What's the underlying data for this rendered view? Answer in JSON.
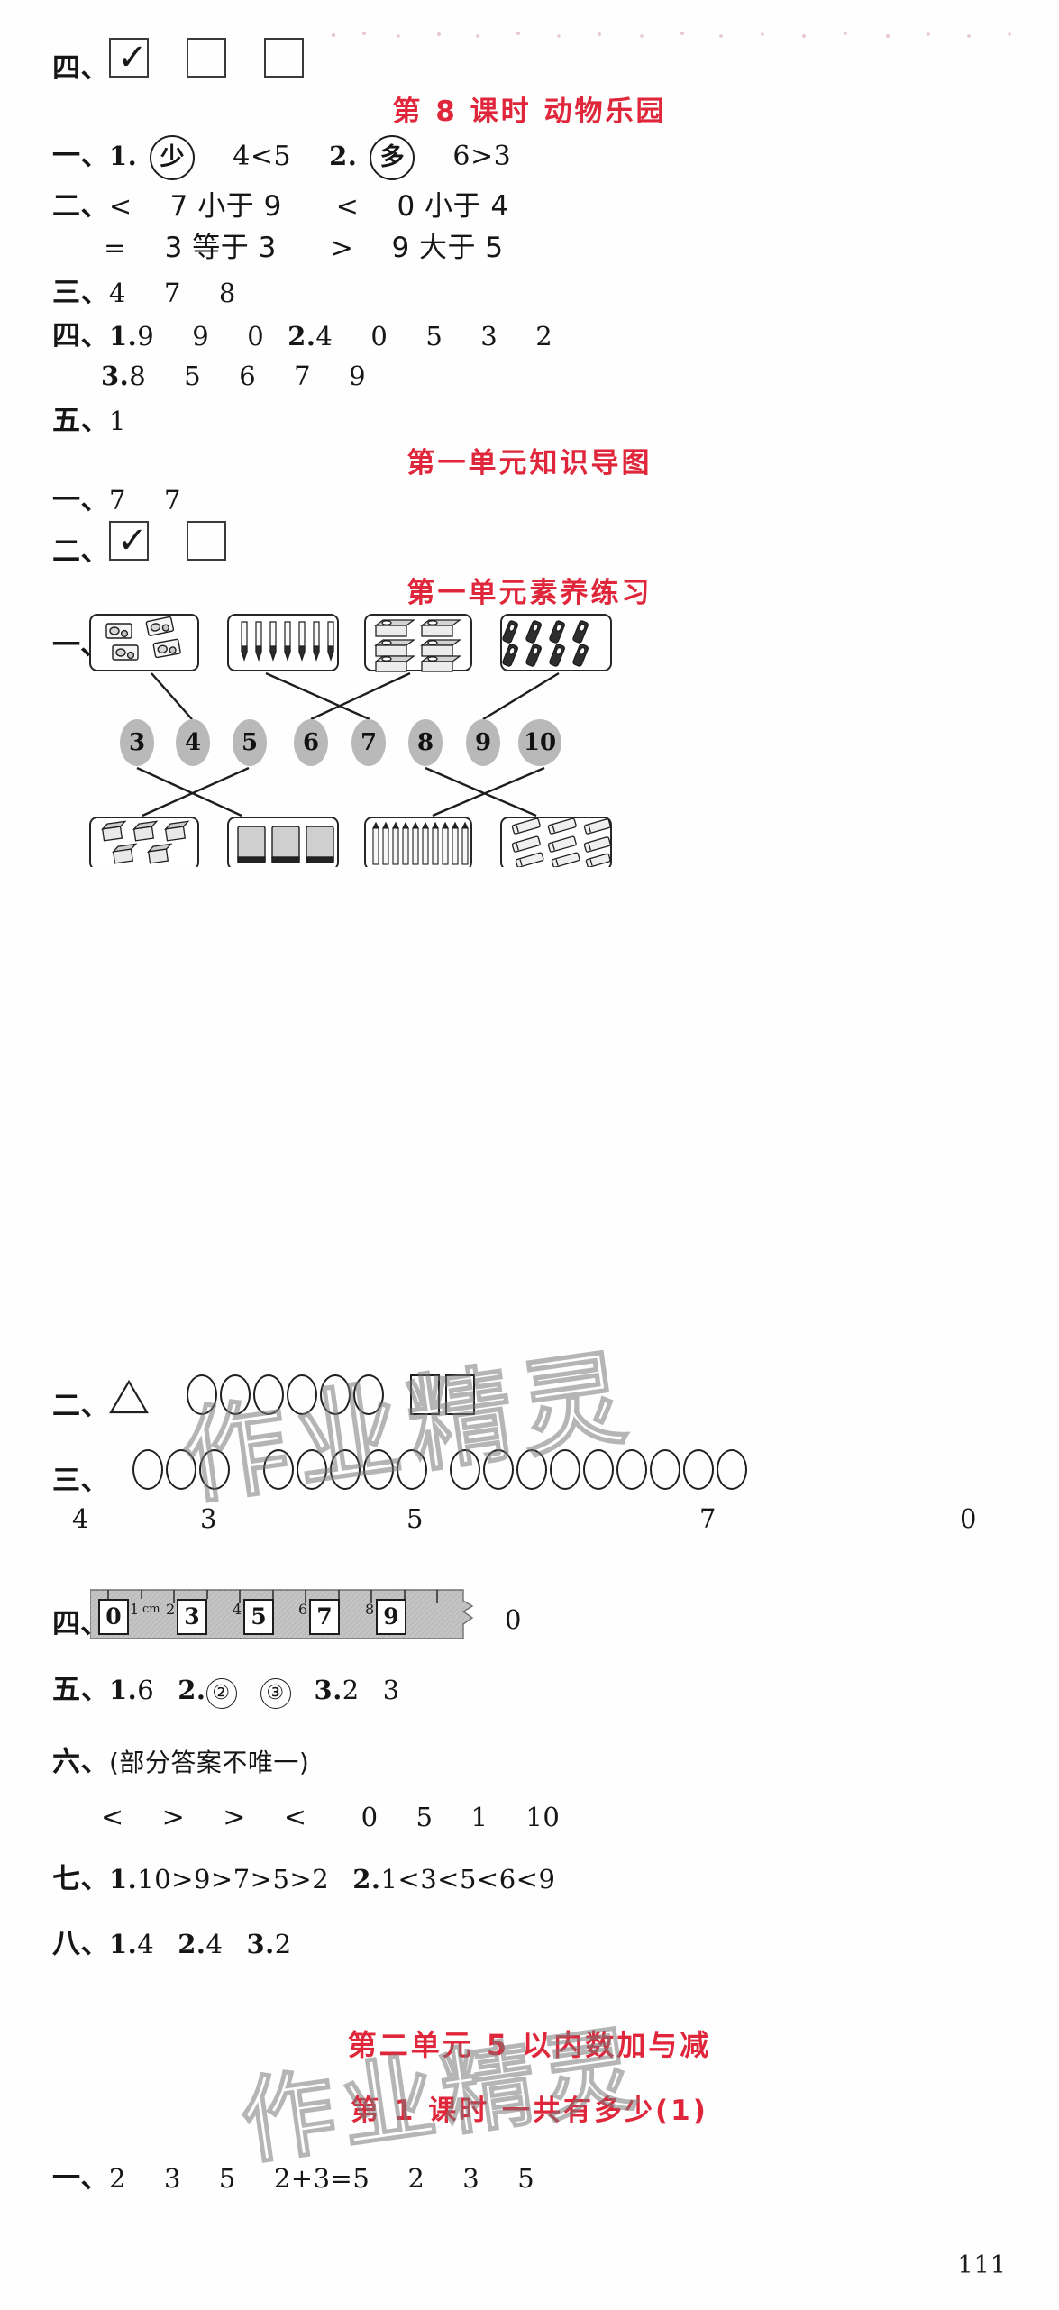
{
  "page": {
    "page_number": "111",
    "watermark": "作业精灵"
  },
  "top_section": {
    "label": "四、",
    "boxes": [
      {
        "checked": true,
        "mark": "✓"
      },
      {
        "checked": false,
        "mark": ""
      },
      {
        "checked": false,
        "mark": ""
      }
    ]
  },
  "lesson8": {
    "heading": "第 8 课时   动物乐园",
    "q1": {
      "label": "一、",
      "items": [
        {
          "no": "1.",
          "circled": "少",
          "expr": "4<5"
        },
        {
          "no": "2.",
          "circled": "多",
          "expr": "6>3"
        }
      ]
    },
    "q2": {
      "label": "二、",
      "line1": [
        {
          "sign": "<",
          "text": "7 小于 9"
        },
        {
          "sign": "<",
          "text": "0 小于 4"
        }
      ],
      "line2": [
        {
          "sign": "=",
          "text": "3 等于 3"
        },
        {
          "sign": ">",
          "text": "9 大于 5"
        }
      ]
    },
    "q3": {
      "label": "三、",
      "values": [
        "4",
        "7",
        "8"
      ]
    },
    "q4": {
      "label": "四、",
      "groups": [
        {
          "no": "1.",
          "values": [
            "9",
            "9",
            "0"
          ]
        },
        {
          "no": "2.",
          "values": [
            "4",
            "0",
            "5",
            "3",
            "2"
          ]
        },
        {
          "no": "3.",
          "values": [
            "8",
            "5",
            "6",
            "7",
            "9"
          ]
        }
      ]
    },
    "q5": {
      "label": "五、",
      "values": [
        "1"
      ]
    }
  },
  "unit1_mindmap": {
    "heading": "第一单元知识导图",
    "q1": {
      "label": "一、",
      "values": [
        "7",
        "7"
      ]
    },
    "q2": {
      "label": "二、",
      "boxes": [
        {
          "checked": true,
          "mark": "✓"
        },
        {
          "checked": false,
          "mark": ""
        }
      ]
    }
  },
  "unit1_practice": {
    "heading": "第一单元素养练习",
    "q1": {
      "label": "一、",
      "top_boxes": [
        {
          "item": "pencil-sharpener",
          "count": 4
        },
        {
          "item": "pen",
          "count": 7
        },
        {
          "item": "pencil-box",
          "count": 6
        },
        {
          "item": "eraser-chalk",
          "count": 8
        }
      ],
      "numbers": [
        "3",
        "4",
        "5",
        "6",
        "7",
        "8",
        "9",
        "10"
      ],
      "bottom_boxes": [
        {
          "item": "eraser",
          "count": 5
        },
        {
          "item": "notebook",
          "count": 3
        },
        {
          "item": "pencil",
          "count": 10
        },
        {
          "item": "crayon",
          "count": 9
        }
      ]
    },
    "q2": {
      "label": "二、",
      "shape": "triangle",
      "ovals": 6,
      "squares": 2
    },
    "q3": {
      "label": "三、",
      "ovals": 17,
      "values": [
        "4",
        "3",
        "5",
        "7",
        "0"
      ]
    },
    "q4": {
      "label": "四、",
      "ruler_answers": [
        "0",
        "3",
        "5",
        "7",
        "9"
      ],
      "ruler_labels": [
        "1",
        "cm",
        "2",
        "4",
        "6",
        "8"
      ],
      "trailing_value": "0"
    },
    "q5": {
      "label": "五、",
      "groups": [
        {
          "no": "1.",
          "values": [
            "6"
          ]
        },
        {
          "no": "2.",
          "circled": [
            "②",
            "③"
          ]
        },
        {
          "no": "3.",
          "values": [
            "2",
            "3"
          ]
        }
      ]
    },
    "q6": {
      "label": "六、",
      "note": "(部分答案不唯一)",
      "values": [
        "<",
        ">",
        ">",
        "<",
        "0",
        "5",
        "1",
        "10"
      ]
    },
    "q7": {
      "label": "七、",
      "groups": [
        {
          "no": "1.",
          "expr": "10>9>7>5>2"
        },
        {
          "no": "2.",
          "expr": "1<3<5<6<9"
        }
      ]
    },
    "q8": {
      "label": "八、",
      "groups": [
        {
          "no": "1.",
          "value": "4"
        },
        {
          "no": "2.",
          "value": "4"
        },
        {
          "no": "3.",
          "value": "2"
        }
      ]
    }
  },
  "unit2": {
    "heading": "第二单元  5 以内数加与减",
    "lesson_heading": "第 1 课时  一共有多少(1)",
    "q1": {
      "label": "一、",
      "values": [
        "2",
        "3",
        "5",
        "2+3=5",
        "2",
        "3",
        "5"
      ]
    }
  }
}
